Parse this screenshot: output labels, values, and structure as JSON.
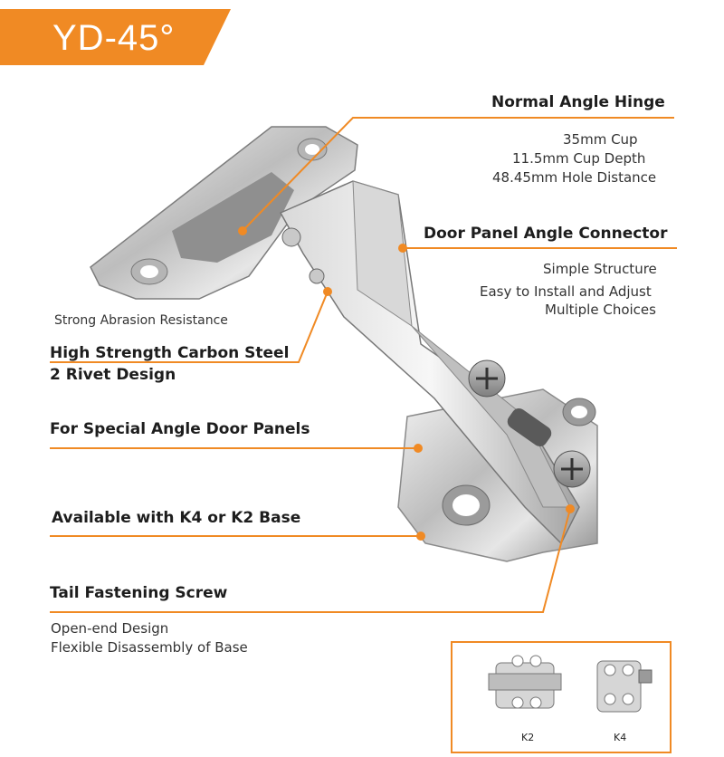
{
  "title": "YD-45°",
  "colors": {
    "accent": "#f08a24",
    "text": "#1d1d1d"
  },
  "features": {
    "normal_angle_hinge": {
      "heading": "Normal Angle Hinge",
      "lines": [
        "35mm Cup",
        "11.5mm Cup Depth",
        "48.45mm Hole Distance"
      ]
    },
    "door_panel_connector": {
      "heading": "Door Panel Angle Connector",
      "lines": [
        "Simple Structure",
        "Easy to Install and Adjust",
        "Multiple Choices"
      ]
    },
    "abrasion": "Strong Abrasion Resistance",
    "carbon_steel": [
      "High Strength Carbon Steel",
      "2 Rivet Design"
    ],
    "special_angle": "For Special Angle Door Panels",
    "base_options": "Available with K4 or K2 Base",
    "tail_screw": {
      "heading": "Tail Fastening Screw",
      "lines": [
        "Open-end Design",
        "Flexible Disassembly of Base"
      ]
    }
  },
  "bases": [
    {
      "label": "K2"
    },
    {
      "label": "K4"
    }
  ]
}
